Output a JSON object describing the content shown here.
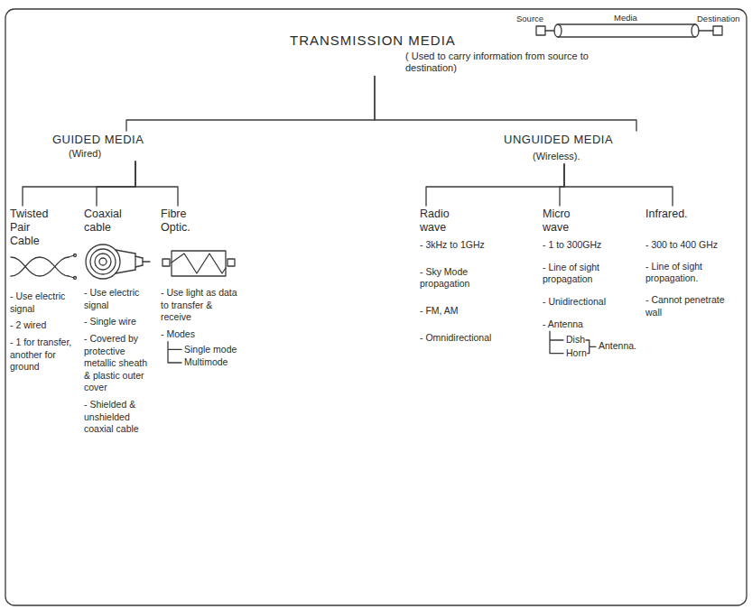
{
  "diagram": {
    "nodes": [
      {
        "text": [
          "TRANSMISSION MEDIA",
          "( Used to carry information from source to destination)"
        ]
      },
      {
        "text": [
          "GUIDED MEDIA",
          "(Wired)"
        ]
      },
      {
        "text": [
          "UNGUIDED MEDIA",
          "(Wireless)."
        ]
      },
      {
        "text": [
          "Twisted Pair Cable",
          "- Use electric signal",
          "- 2 wired",
          "- 1 for transfer, another for ground"
        ]
      },
      {
        "text": [
          "Coaxial cable",
          "- Use electric signal",
          "- Single wire",
          "- Covered by protective metallic sheath & plastic outer cover",
          "- Shielded & unshielded coaxial cable"
        ]
      },
      {
        "text": [
          "Fibre Optic.",
          "- Use light as data to transfer & receive",
          "- Modes",
          "Single mode",
          "Multimode"
        ]
      },
      {
        "text": [
          "Radio wave",
          "- 3kHz to 1GHz",
          "- Sky Mode propagation",
          "- FM, AM",
          "- Omnidirectional"
        ]
      },
      {
        "text": [
          "Micro wave",
          "- 1 to 300GHz",
          "- Line of sight propagation",
          "- Unidirectional",
          "- Antenna",
          "Dish",
          "Horn",
          "Antenna."
        ]
      },
      {
        "text": [
          "Infrared.",
          "- 300 to 400 GHz",
          "- Line of sight propagation.",
          "- Cannot penetrate wall"
        ]
      }
    ],
    "edges": [
      {
        "from": 0,
        "to": 1,
        "arrow": "none"
      },
      {
        "from": 0,
        "to": 2,
        "arrow": "none"
      },
      {
        "from": 1,
        "to": 3,
        "arrow": "none"
      },
      {
        "from": 1,
        "to": 4,
        "arrow": "none"
      },
      {
        "from": 1,
        "to": 5,
        "arrow": "none"
      },
      {
        "from": 2,
        "to": 6,
        "arrow": "none"
      },
      {
        "from": 2,
        "to": 7,
        "arrow": "none"
      },
      {
        "from": 2,
        "to": 8,
        "arrow": "none"
      }
    ],
    "labels": [
      "Source",
      "Media",
      "Destination"
    ]
  }
}
